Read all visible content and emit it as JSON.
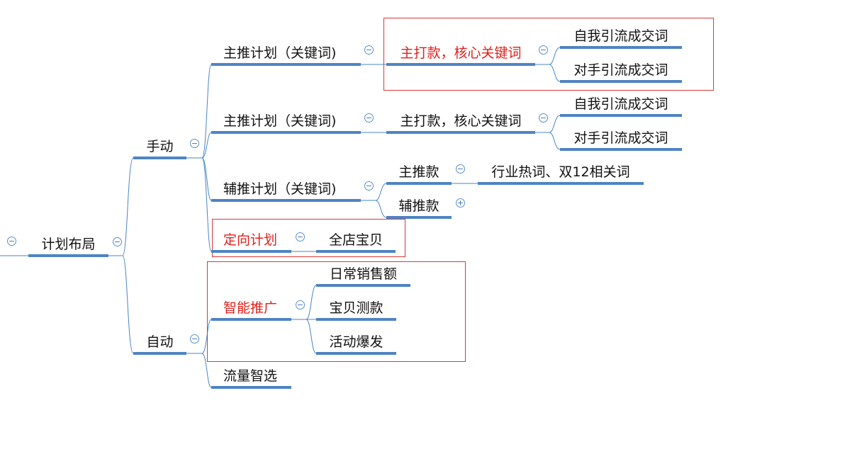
{
  "root": {
    "label": "计划布局"
  },
  "manual": {
    "label": "手动",
    "plan1": {
      "label": "主推计划（关键词)",
      "child": "主打款，核心关键词",
      "leaves": [
        "自我引流成交词",
        "对手引流成交词"
      ]
    },
    "plan2": {
      "label": "主推计划（关键词)",
      "child": "主打款，核心关键词",
      "leaves": [
        "自我引流成交词",
        "对手引流成交词"
      ]
    },
    "plan3": {
      "label": "辅推计划（关键词)",
      "main": "主推款",
      "main_leaf": "行业热词、双12相关词",
      "aux": "辅推款"
    },
    "plan4": {
      "label": "定向计划",
      "child": "全店宝贝"
    }
  },
  "auto": {
    "label": "自动",
    "smart": {
      "label": "智能推广",
      "children": [
        "日常销售额",
        "宝贝测款",
        "活动爆发"
      ]
    },
    "traffic": {
      "label": "流量智选"
    }
  },
  "toggles": {
    "collapse": "−",
    "expand": "+"
  },
  "colors": {
    "line": "#4e84c4",
    "highlight_text": "#e0201b",
    "frame": "#d9393a"
  }
}
